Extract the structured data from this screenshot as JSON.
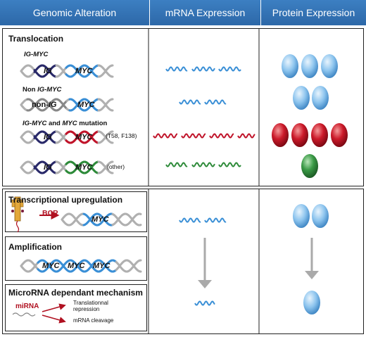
{
  "headers": {
    "genomic": "Genomic Alteration",
    "mrna": "mRNA Expression",
    "protein": "Protein Expression"
  },
  "translocation": {
    "title": "Translocation",
    "ig_myc": "IG-MYC",
    "non_ig_myc": "Non IG-MYC",
    "mutation": "IG-MYC and MYC mutation",
    "mut_detail": "(T58, F138)",
    "other": "(other)",
    "gene_ig": "IG",
    "gene_myc": "MYC",
    "gene_non_ig": "non-IG"
  },
  "transcriptional": {
    "title": "Transcriptional upregulation",
    "bcr": "BCR",
    "gene_myc": "MYC"
  },
  "amplification": {
    "title": "Amplification",
    "genes": [
      "MYC",
      "MYC",
      "MYC"
    ]
  },
  "microrna": {
    "title": "MicroRNA dependant mechanism",
    "mirna": "miRNA",
    "repression": "Translationnal repression",
    "cleavage": "mRNA cleavage"
  },
  "colors": {
    "header": "#2f6fb0",
    "blue_wave": "#3a8fd6",
    "red_wave": "#c0142a",
    "green_wave": "#2e8b3a",
    "blue_oval": "#8cc4ee",
    "red_oval": "#cc1a2a",
    "green_oval": "#3a9a46",
    "arrow_red": "#b01020",
    "arrow_gray": "#aaaaaa"
  }
}
